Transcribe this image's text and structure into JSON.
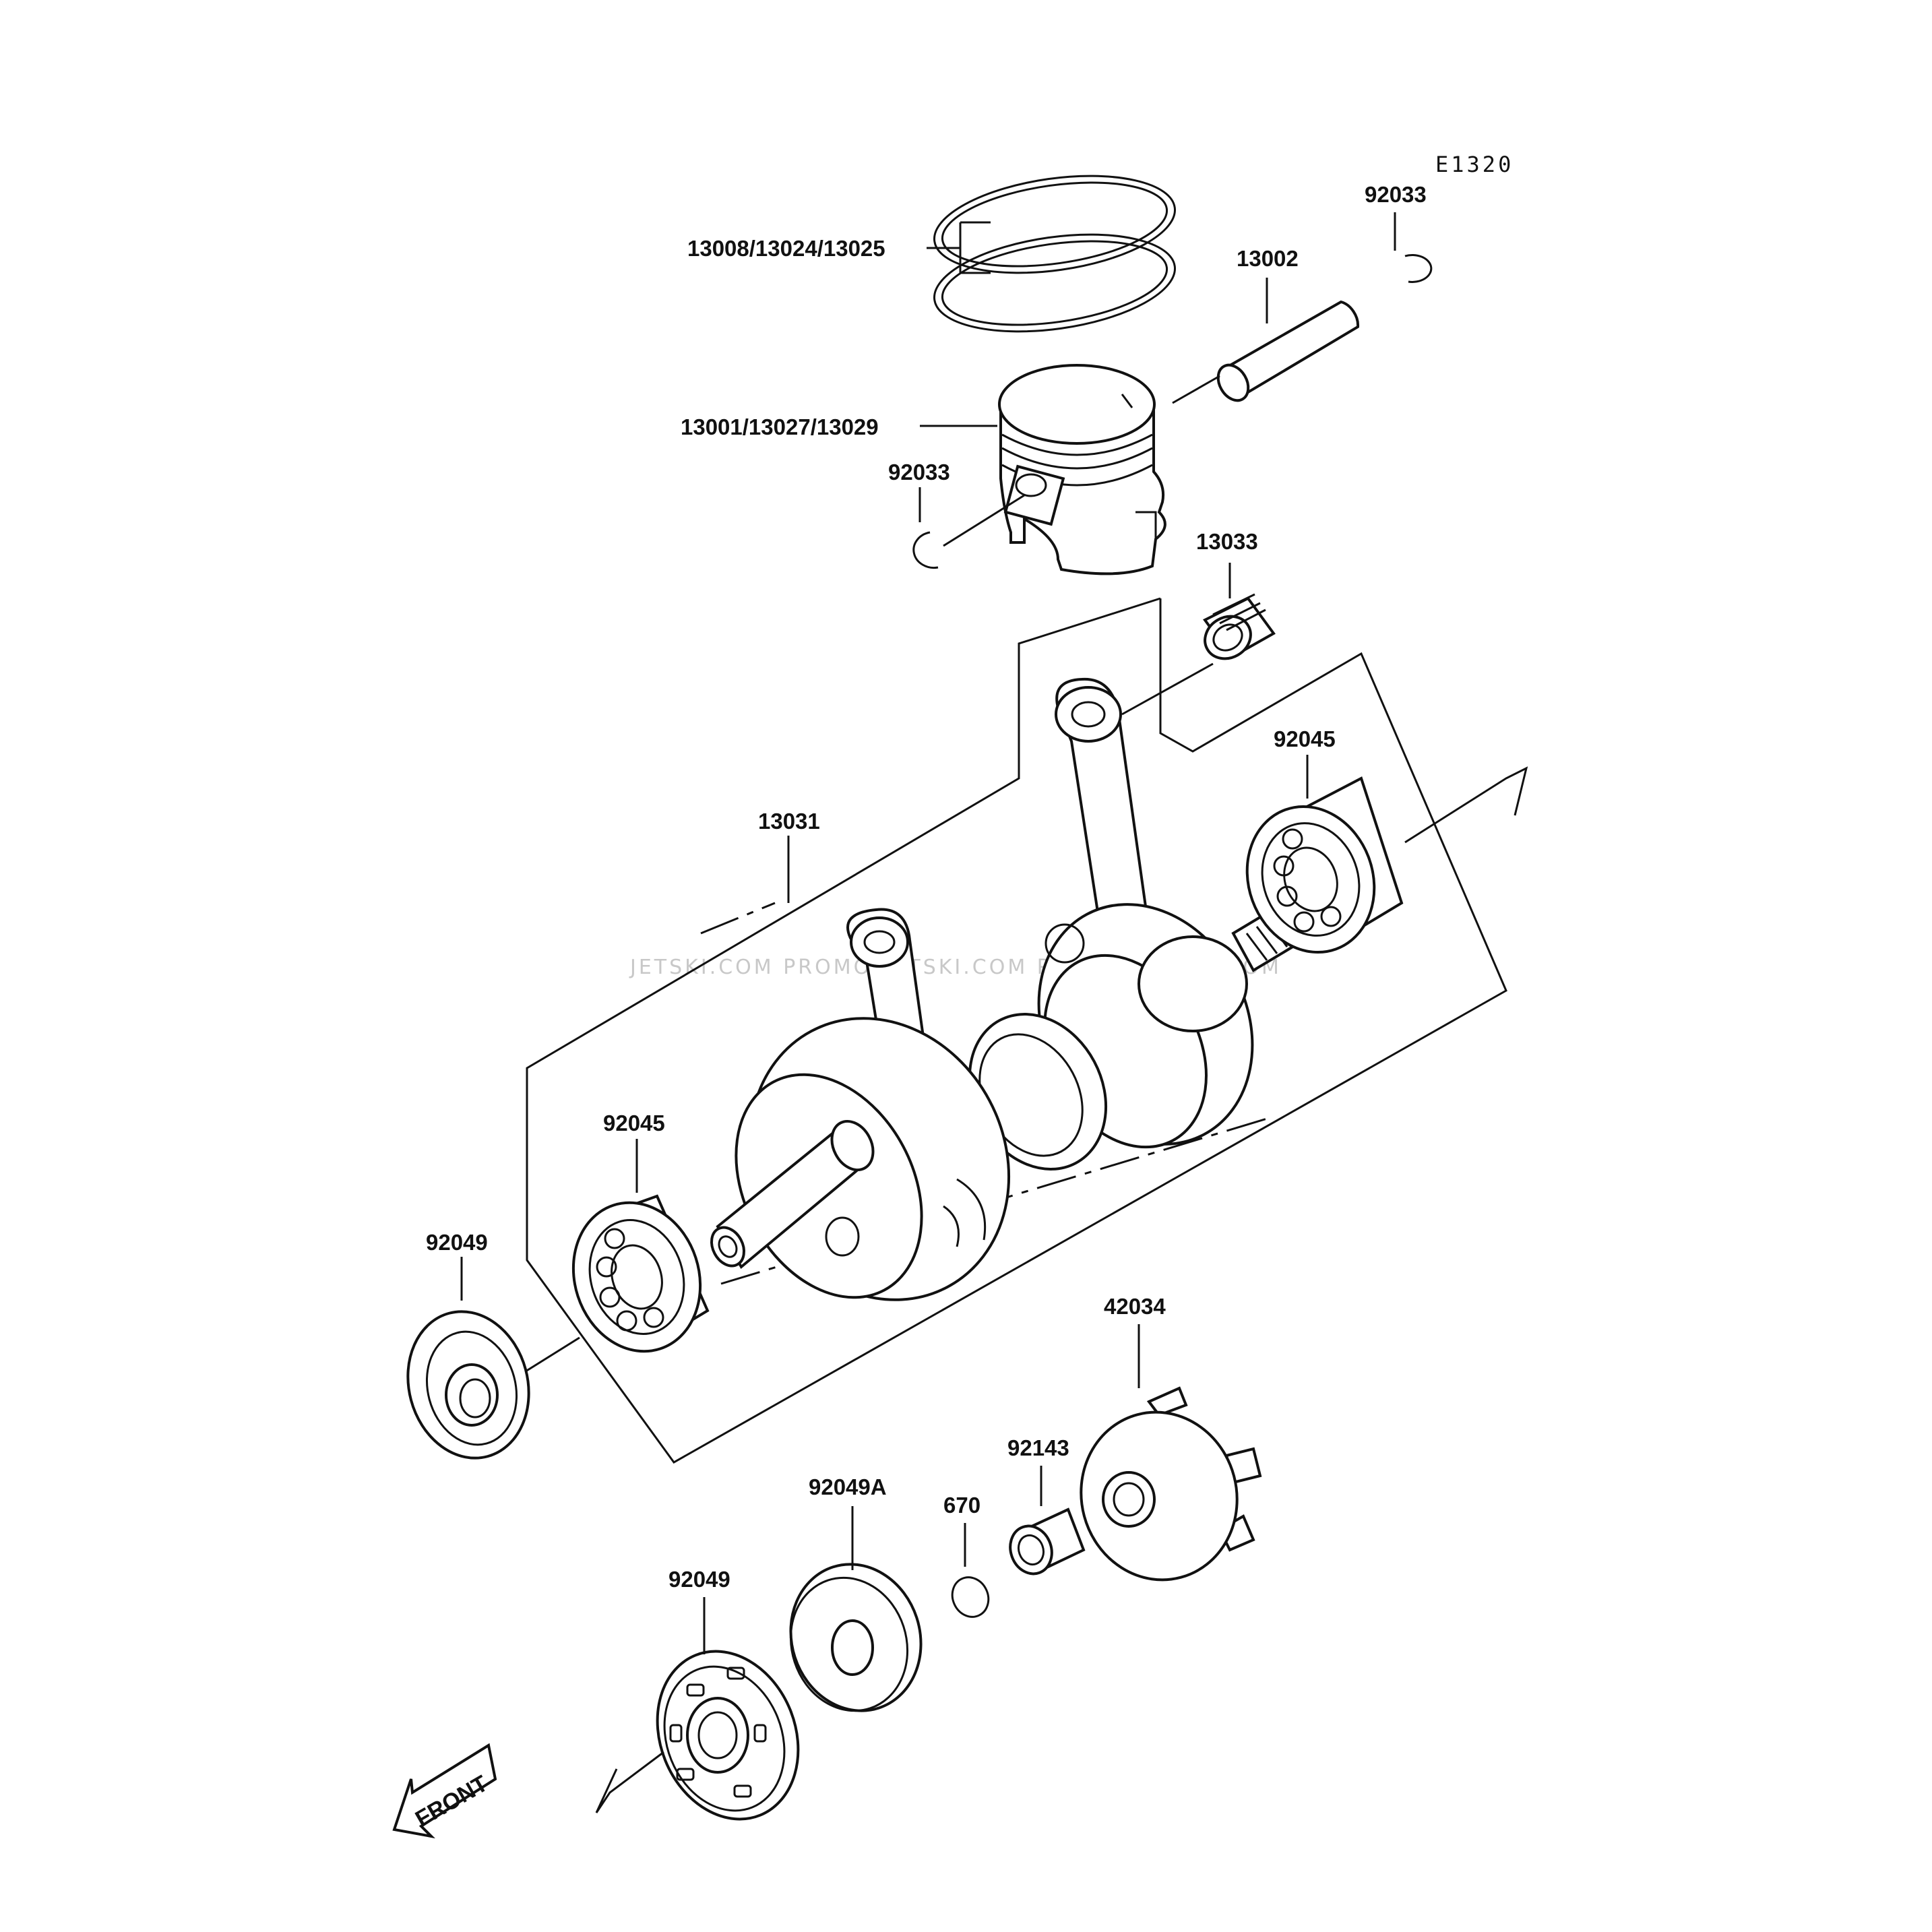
{
  "diagram_id": "E1320",
  "watermark": "JETSKI.COM  PROMO-JETSKI.COM  PROMO-JETSKI.COM",
  "front_label": "FRONT",
  "part_labels": {
    "rings": "13008/13024/13025",
    "piston": "13001/13027/13029",
    "pin": "13002",
    "clip_top": "92033",
    "clip_left": "92033",
    "bearing_small_end": "13033",
    "crankshaft": "13031",
    "bearing_right": "92045",
    "bearing_left": "92045",
    "seal_left": "92049",
    "seal_bottom": "92049",
    "seal_a": "92049A",
    "oring": "670",
    "collar": "92143",
    "impeller": "42034"
  }
}
